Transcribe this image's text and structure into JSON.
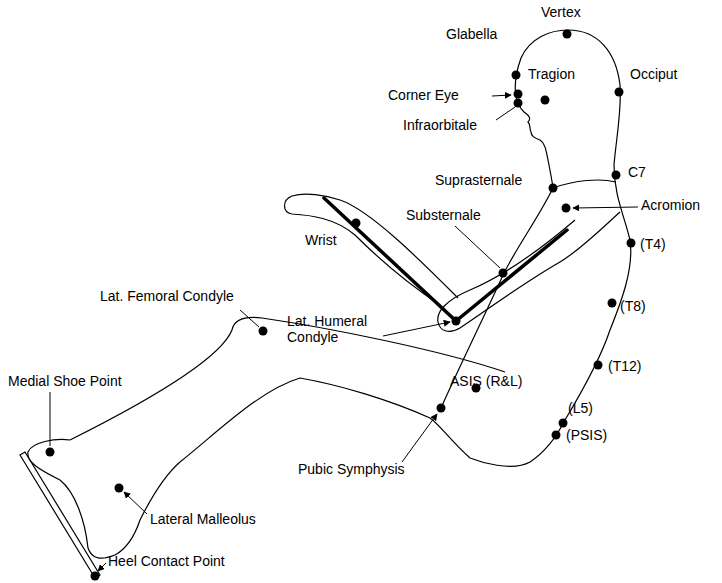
{
  "diagram": {
    "labels": [
      "Vertex",
      "Glabella",
      "Tragion",
      "Occiput",
      "Corner Eye",
      "Infraorbitale",
      "C7",
      "Suprasternale",
      "Acromion",
      "Substernale",
      "(T4)",
      "Wrist",
      "(T8)",
      "Lat. Femoral Condyle",
      "Lat. Humeral Condyle",
      "(T12)",
      "ASIS (R&L)",
      "Medial Shoe Point",
      "(L5)",
      "(PSIS)",
      "Pubic Symphysis",
      "Lateral Malleolus",
      "Heel Contact Point"
    ]
  }
}
